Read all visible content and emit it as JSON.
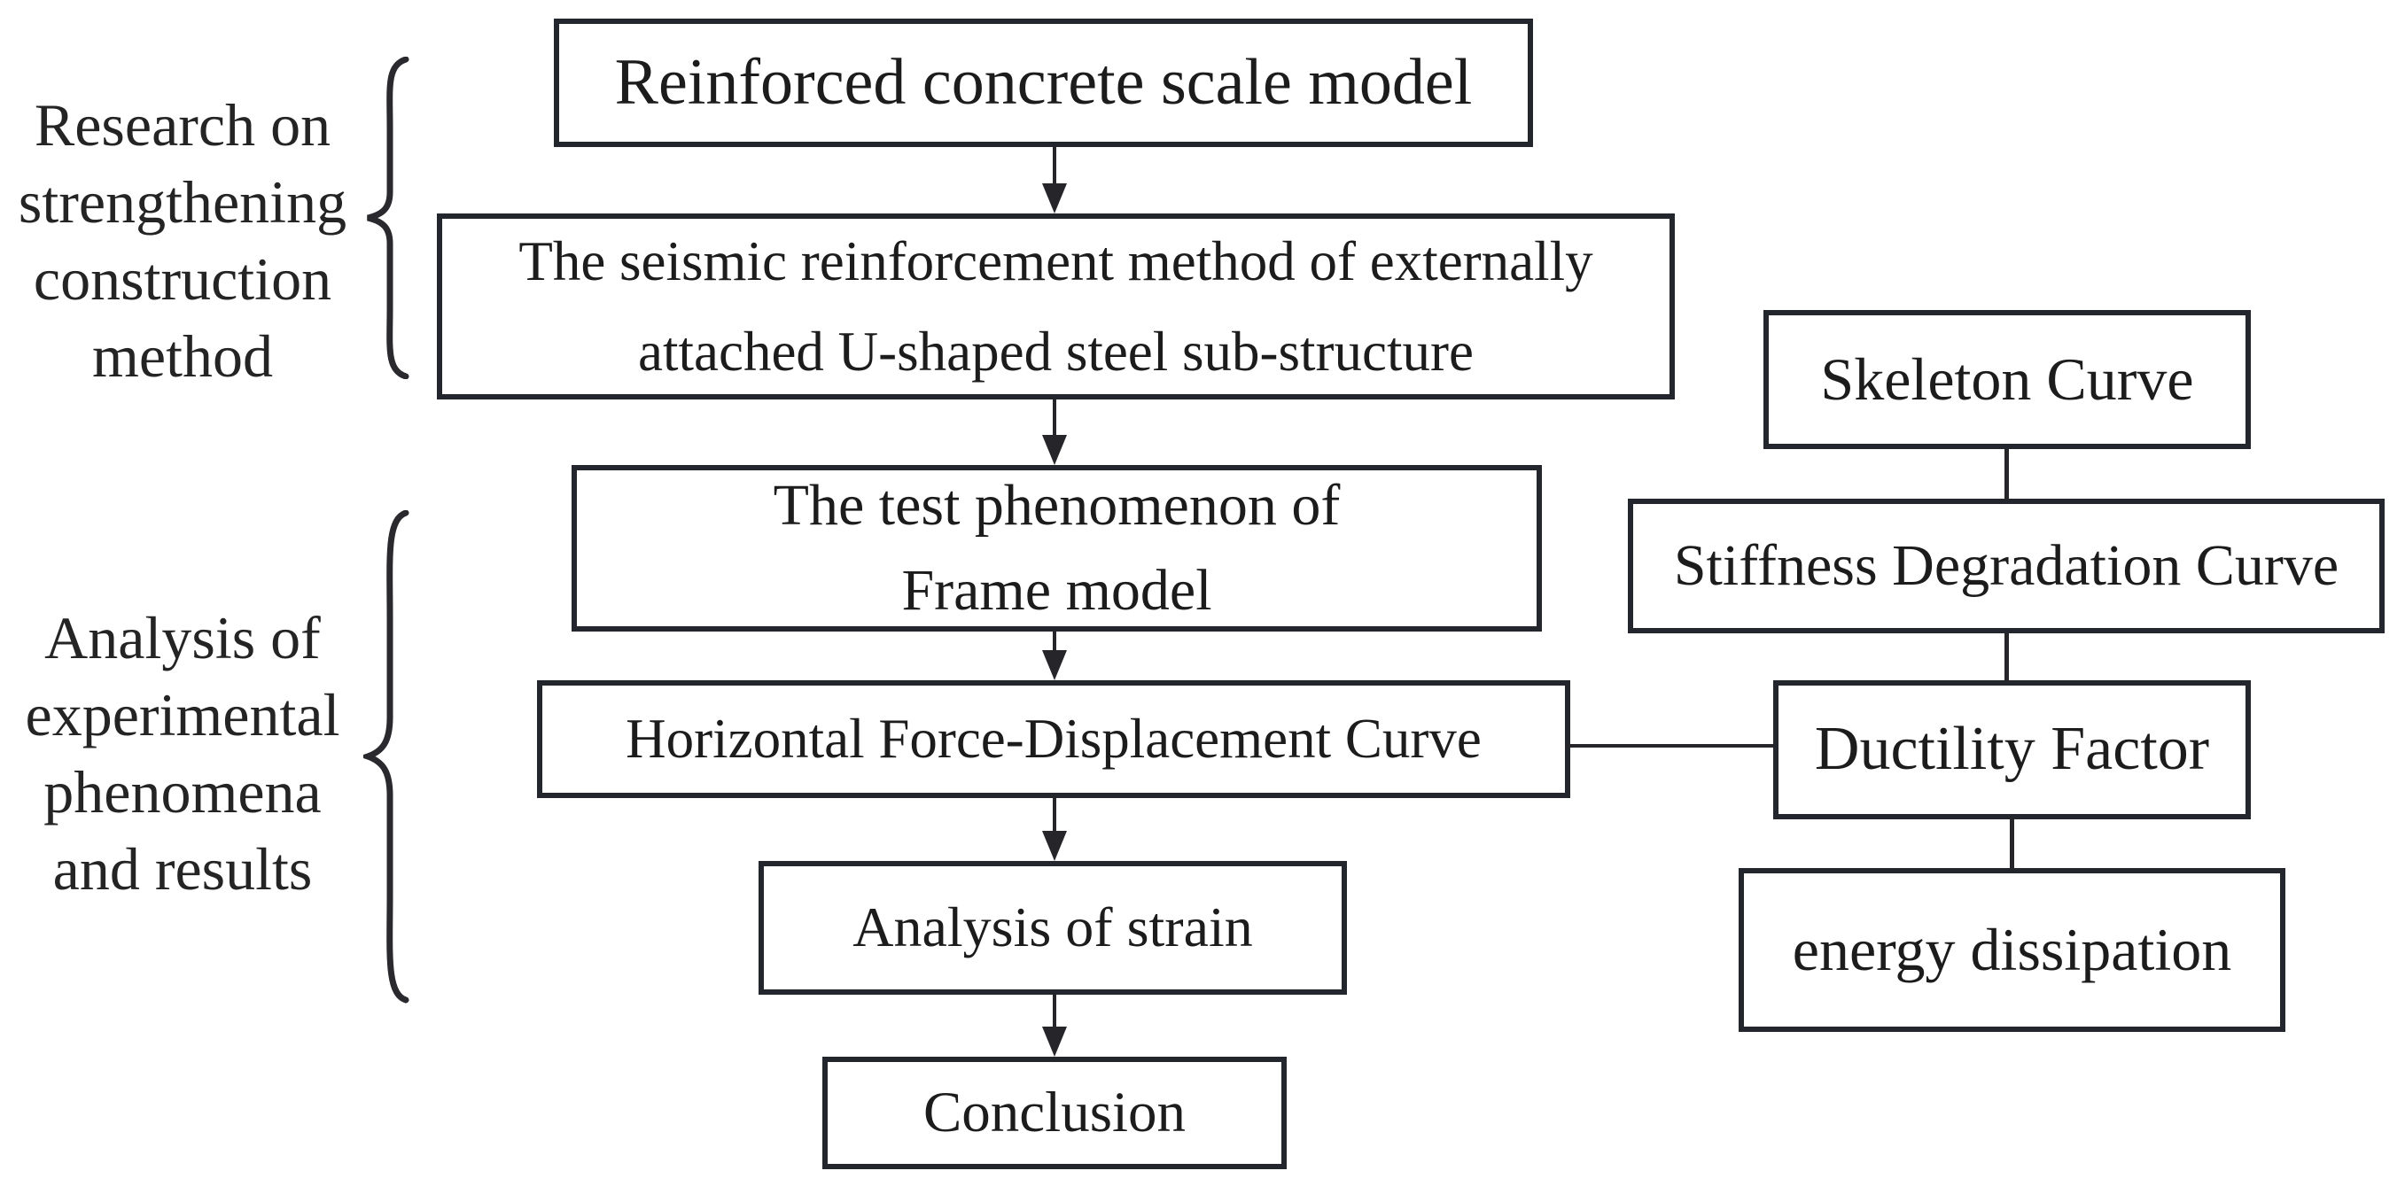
{
  "figure": {
    "type": "flowchart",
    "background": "#ffffff",
    "ink": "#1c1c1c",
    "box_border_color": "#23262d",
    "connector_color": "#26262a"
  },
  "side_labels": [
    {
      "text": "Research on\nstrengthening\nconstruction\nmethod",
      "groups_nodes": [
        "rc_model",
        "seismic_method"
      ]
    },
    {
      "text": "Analysis of\nexperimental\nphenomena\nand results",
      "groups_nodes": [
        "test_phenomenon",
        "force_displacement",
        "analysis_strain"
      ]
    }
  ],
  "nodes": {
    "rc_model": "Reinforced concrete scale model",
    "seismic_method": "The seismic reinforcement method of externally\nattached U-shaped steel sub-structure",
    "test_phenomenon": "The test phenomenon of\nFrame model",
    "force_displacement": "Horizontal Force-Displacement Curve",
    "analysis_strain": "Analysis of strain",
    "conclusion": "Conclusion",
    "skeleton": "Skeleton Curve",
    "stiffness": "Stiffness Degradation Curve",
    "ductility": "Ductility Factor",
    "energy": "energy dissipation"
  },
  "edges": [
    {
      "from": "rc_model",
      "to": "seismic_method",
      "type": "arrow"
    },
    {
      "from": "seismic_method",
      "to": "test_phenomenon",
      "type": "arrow"
    },
    {
      "from": "test_phenomenon",
      "to": "force_displacement",
      "type": "arrow"
    },
    {
      "from": "force_displacement",
      "to": "analysis_strain",
      "type": "arrow"
    },
    {
      "from": "analysis_strain",
      "to": "conclusion",
      "type": "arrow"
    },
    {
      "from": "skeleton",
      "to": "stiffness",
      "type": "line"
    },
    {
      "from": "stiffness",
      "to": "ductility",
      "type": "line"
    },
    {
      "from": "ductility",
      "to": "energy",
      "type": "line"
    },
    {
      "from": "force_displacement",
      "to": "ductility",
      "type": "line"
    }
  ]
}
